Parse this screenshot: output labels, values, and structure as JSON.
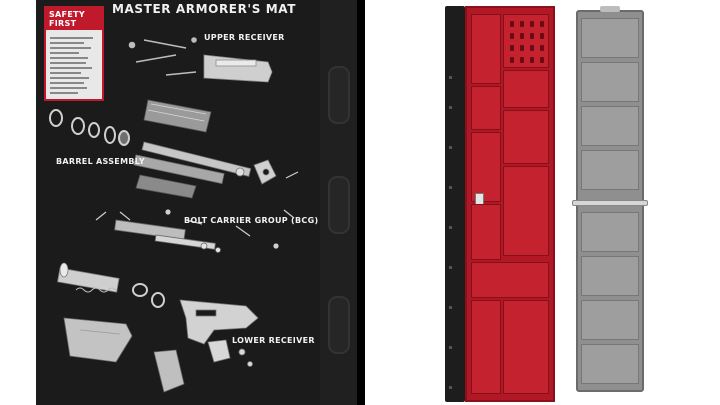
{
  "mat": {
    "title": "MASTER ARMORER'S MAT",
    "badge": "SAFETY FIRST",
    "labels": {
      "upper_receiver": "UPPER RECEIVER",
      "barrel_assembly": "BARREL ASSEMBLY",
      "bolt_carrier_group": "BOLT CARRIER GROUP (BCG)",
      "lower_receiver": "LOWER RECEIVER"
    }
  },
  "colors": {
    "mat_bg": "#1b1b1b",
    "tray_red": "#b01826",
    "lid_gray": "#8f8f8f",
    "badge_red": "#c0192b"
  }
}
